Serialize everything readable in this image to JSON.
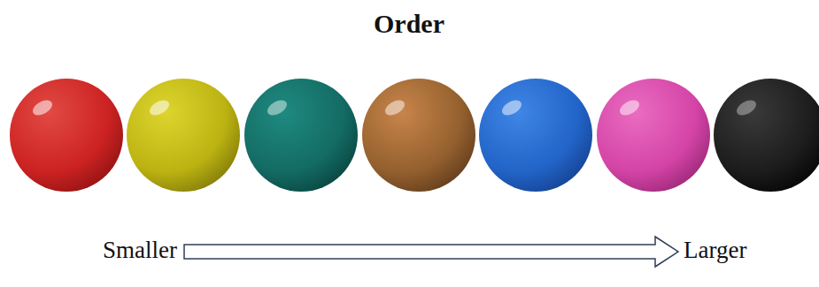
{
  "diagram": {
    "title": "Order",
    "labels": [
      "Smaller",
      "Larger"
    ]
  }
}
